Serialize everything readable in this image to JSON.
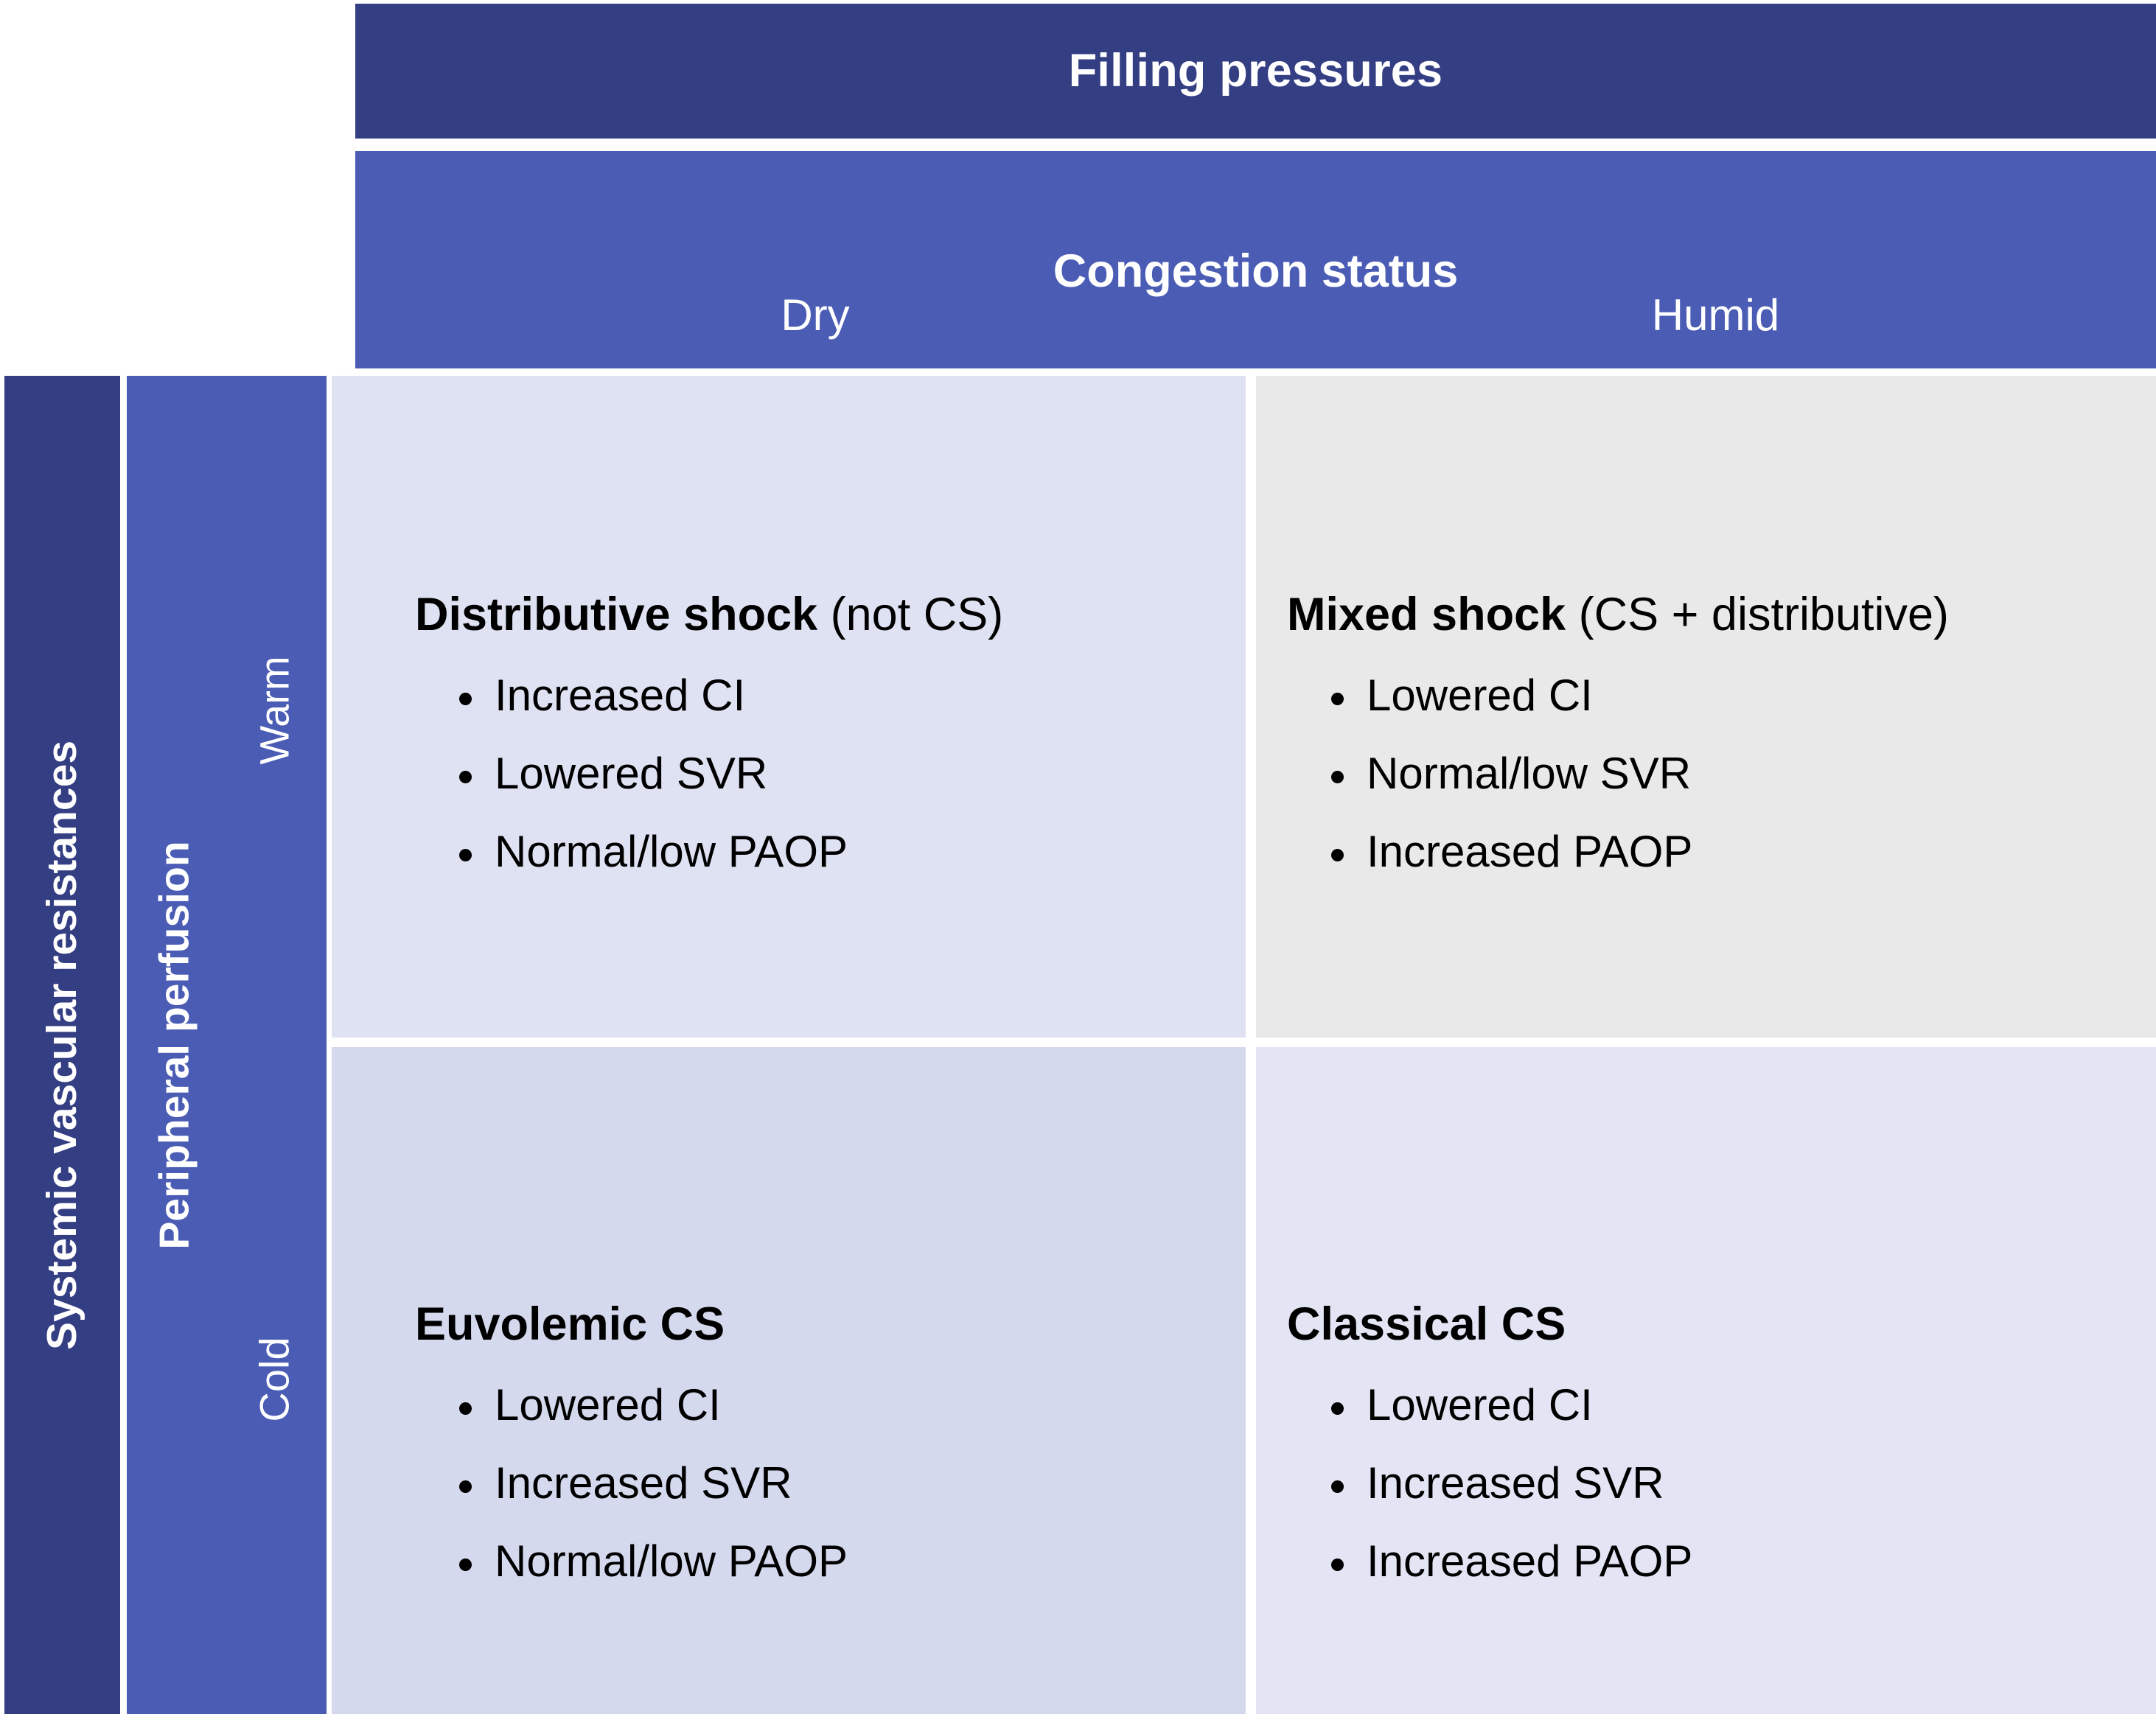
{
  "header": {
    "filling_pressures": "Filling pressures",
    "congestion_status": "Congestion status",
    "columns": [
      {
        "label": "Dry"
      },
      {
        "label": "Humid"
      }
    ]
  },
  "row_axis": {
    "outer_label": "Systemic vascular resistances",
    "inner_label": "Peripheral perfusion",
    "rows": [
      {
        "label": "Warm"
      },
      {
        "label": "Cold"
      }
    ]
  },
  "quadrants": {
    "warm_dry": {
      "title_strong": "Distributive shock",
      "title_paren": " (not CS)",
      "bullets": [
        "Increased CI",
        "Lowered SVR",
        "Normal/low PAOP"
      ]
    },
    "warm_humid": {
      "title_strong": "Mixed shock",
      "title_paren": " (CS + distributive)",
      "bullets": [
        "Lowered CI",
        "Normal/low SVR",
        "Increased PAOP"
      ]
    },
    "cold_dry": {
      "title_strong": "Euvolemic CS",
      "title_paren": "",
      "bullets": [
        "Lowered CI",
        "Increased SVR",
        "Normal/low PAOP"
      ]
    },
    "cold_humid": {
      "title_strong": "Classical CS",
      "title_paren": "",
      "bullets": [
        "Lowered CI",
        "Increased SVR",
        "Increased PAOP"
      ]
    }
  },
  "colors": {
    "header_dark": "#343e83",
    "header_blue": "#4a5cb4",
    "cell_warm_dry": "#dee2f2",
    "cell_warm_humid": "#e9e9e9",
    "cell_cold_dry": "#d4d9ee",
    "cell_cold_humid": "#e3e5f4",
    "text_on_header": "#ffffff",
    "text_body": "#000000"
  }
}
